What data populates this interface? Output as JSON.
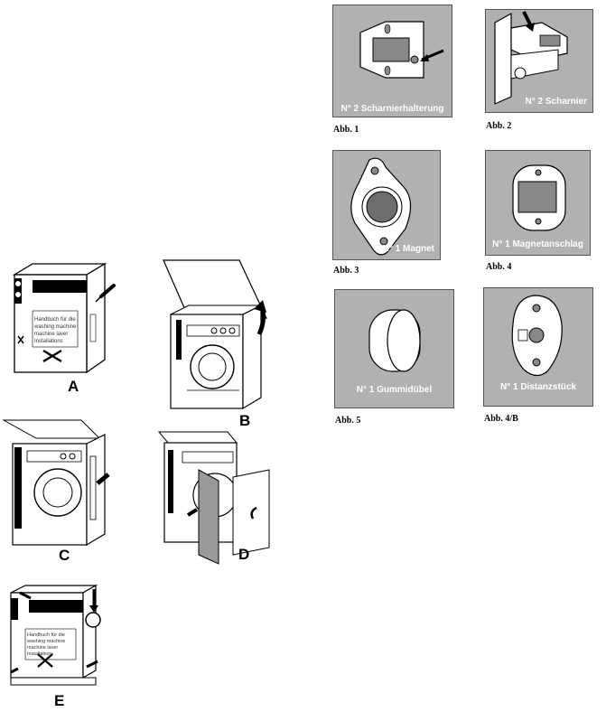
{
  "figures": [
    {
      "letter": "A"
    },
    {
      "letter": "B"
    },
    {
      "letter": "C"
    },
    {
      "letter": "D"
    },
    {
      "letter": "E"
    }
  ],
  "machine_label_lines": [
    "Handbuch für die",
    "washing machine",
    "machine laver",
    "Installations"
  ],
  "parts": [
    {
      "label": "N° 2 Scharnierhalterung",
      "caption": "Abb. 1"
    },
    {
      "label": "N° 2 Scharnier",
      "caption": "Abb. 2"
    },
    {
      "label": "N° 1 Magnet",
      "caption": "Abb. 3"
    },
    {
      "label": "N° 1 Magnetanschlag",
      "caption": "Abb. 4"
    },
    {
      "label": "N° 1 Gummidübel",
      "caption": "Abb. 5"
    },
    {
      "label": "N° 1 Distanzstück",
      "caption": "Abb. 4/B"
    }
  ],
  "colors": {
    "panel_gray": "#b1b1b1",
    "panel_text": "#ffffff",
    "ink": "#000000"
  }
}
